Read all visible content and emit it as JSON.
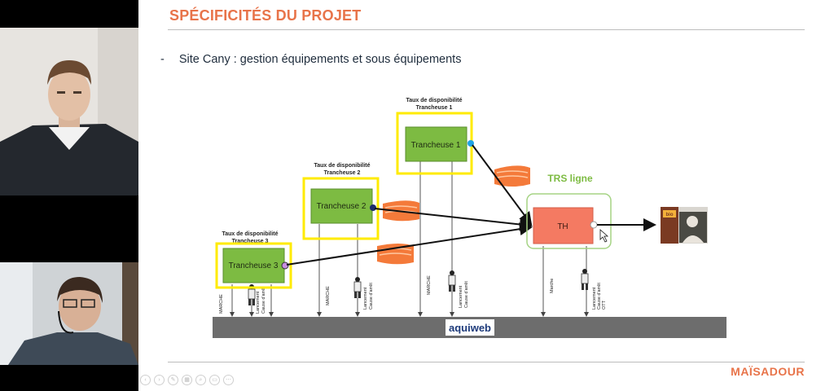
{
  "slide": {
    "title": "SPÉCIFICITÉS DU PROJET",
    "bullet_dash": "-",
    "bullet_text": "Site Cany : gestion équipements et sous équipements",
    "brand": "MAÏSADOUR"
  },
  "diagram": {
    "avail_label_line1": "Taux de disponibilité",
    "machines": [
      {
        "name": "Trancheuse 1",
        "avail_line2": "Trancheuse 1"
      },
      {
        "name": "Trancheuse 2",
        "avail_line2": "Trancheuse 2"
      },
      {
        "name": "Trancheuse 3",
        "avail_line2": "Trancheuse 3"
      }
    ],
    "trs_label": "TRS ligne",
    "th_label": "TH",
    "marche_label": "MARCHE",
    "marche_th_label": "Marche",
    "lancement_line1": "Lancement",
    "lancement_line2": "Cause d'arrêt",
    "lancement_th_line3": "OTT",
    "bar_logo": "aquiweb",
    "product_badge": "bio"
  },
  "colors": {
    "accent": "#e8744a",
    "machine_green": "#7dbb42",
    "avail_yellow": "#ffeb00",
    "th_salmon": "#f47a62",
    "trs_green": "#7dbb42",
    "bar_gray": "#6d6d6d"
  },
  "icons": [
    "cursor-icon",
    "worker-icon",
    "salmon-slice-icon",
    "product-image-icon"
  ]
}
